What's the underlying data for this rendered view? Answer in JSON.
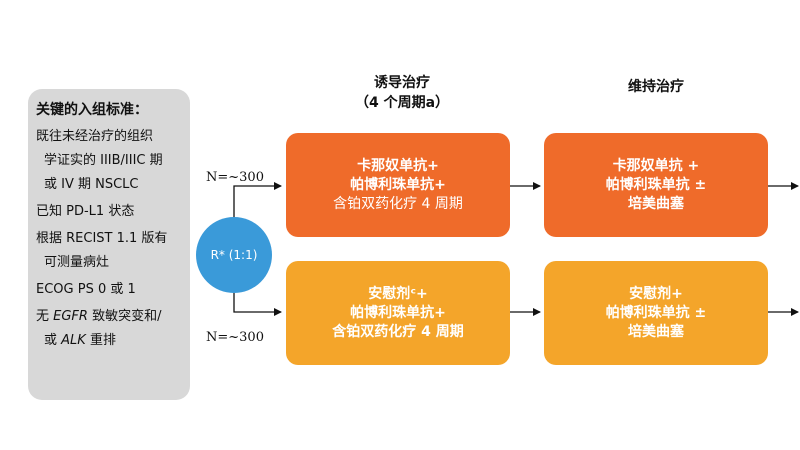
{
  "criteria": {
    "title": "关键的入组标准：",
    "lines": [
      "既往未经治疗的组织",
      "学证实的 IIIB/IIIC 期",
      "或 IV 期 NSCLC",
      "已知 PD-L1 状态",
      "根据 RECIST 1.1 版有",
      "可测量病灶",
      "ECOG PS 0 或 1",
      "无 ",
      "EGFR",
      " 致敏突变和/",
      "或 ",
      "ALK",
      " 重排"
    ]
  },
  "phases": {
    "induction_title": "诱导治疗",
    "induction_sub": "（4 个周期a）",
    "maintenance_title": "维持治疗"
  },
  "randomization": {
    "label": "R* (1:1)",
    "n_top": "N=~300",
    "n_bottom": "N=~300"
  },
  "arms": {
    "top_induction": [
      "卡那奴单抗+",
      "帕博利珠单抗+",
      "含铂双药化疗 4 周期"
    ],
    "top_maintenance": [
      "卡那奴单抗 +",
      "帕博利珠单抗 ±",
      "培美曲塞"
    ],
    "bottom_induction": [
      "安慰剂ᶜ+",
      "帕博利珠单抗+",
      "含铂双药化疗 4 周期"
    ],
    "bottom_maintenance": [
      "安慰剂+",
      "帕博利珠单抗 ±",
      "培美曲塞"
    ]
  },
  "colors": {
    "top_arm": "#ef6b2a",
    "bottom_arm": "#f4a52a",
    "randomization": "#3a9ad9",
    "criteria_bg": "#d8d8d8"
  }
}
